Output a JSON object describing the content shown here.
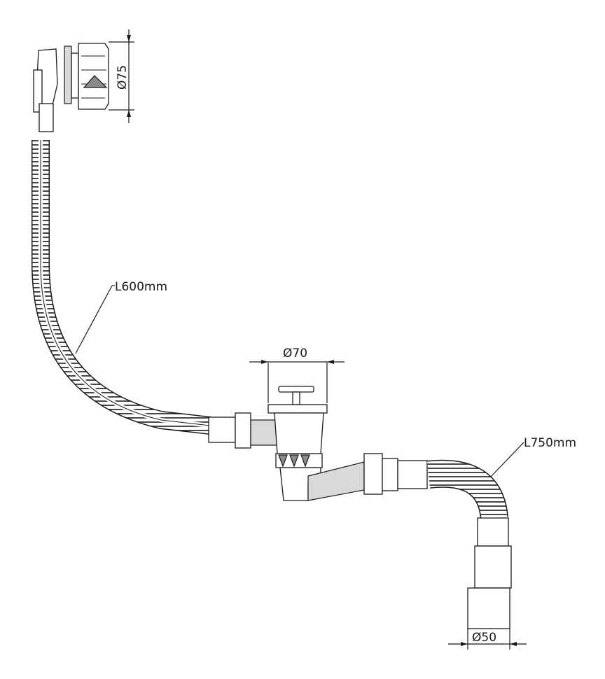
{
  "dimensions": {
    "overflow_diameter": "75",
    "overflow_hose_length": "L600mm",
    "waste_diameter": "70",
    "outlet_hose_length": "L750mm",
    "outlet_diameter": "50",
    "diameter_symbol": "Ø"
  }
}
